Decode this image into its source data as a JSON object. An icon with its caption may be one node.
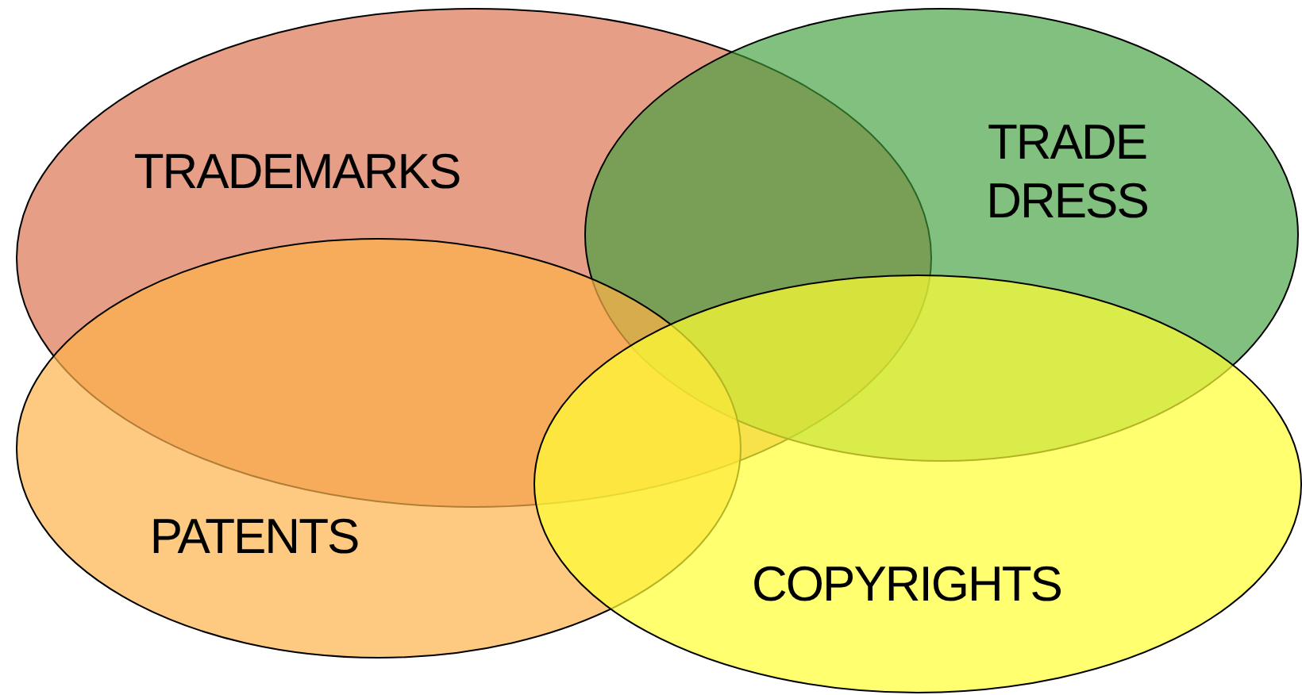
{
  "diagram": {
    "nodes": [
      {
        "text": [
          "TRADEMARKS"
        ]
      },
      {
        "text": [
          "TRADE DRESS"
        ]
      },
      {
        "text": [
          "PATENTS"
        ]
      },
      {
        "text": [
          "COPYRIGHTS"
        ]
      }
    ]
  }
}
